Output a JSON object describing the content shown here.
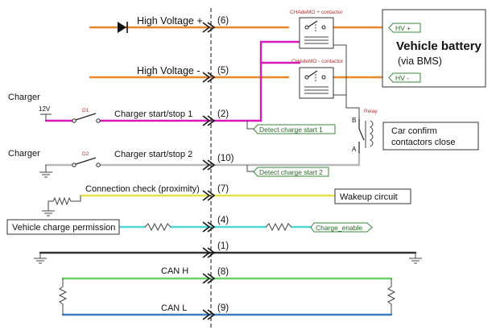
{
  "labels": {
    "hv_plus": "High Voltage +",
    "hv_minus": "High Voltage -",
    "charger_top": "Charger",
    "charger_12v": "12V",
    "d1": "D1",
    "charger_start_stop_1": "Charger start/stop 1",
    "charger_mid": "Charger",
    "d2": "D2",
    "charger_start_stop_2": "Charger start/stop 2",
    "connection_check": "Connection check (proximity)",
    "vehicle_charge_permission": "Vehicle charge permission",
    "can_h": "CAN H",
    "can_l": "CAN L",
    "contactor_plus": "CHAdeMO + contactor",
    "contactor_minus": "CHAdeMO - contactor",
    "vehicle_battery": "Vehicle battery",
    "via_bms": "(via BMS)",
    "hv_plus_tag": "HV +",
    "hv_minus_tag": "HV -",
    "relay": "Relay",
    "relay_b": "B",
    "relay_a": "A",
    "car_confirm_line1": "Car confirm",
    "car_confirm_line2": "contactors close",
    "detect_charge_start_1": "Detect charge start 1",
    "detect_charge_start_2": "Detect charge start 2",
    "wakeup_circuit": "Wakeup circuit",
    "charge_enable": "Charge_enable"
  },
  "pins": [
    "(6)",
    "(5)",
    "(2)",
    "(10)",
    "(7)",
    "(4)",
    "(1)",
    "(8)",
    "(9)"
  ],
  "colors": {
    "high_voltage": "#e8862a",
    "start_stop_1": "#d81bb8",
    "start_stop_2": "#b8b8b8",
    "proximity": "#e8e24a",
    "charge_permission": "#4fd8d8",
    "ground": "#333333",
    "can_h": "#6cd06c",
    "can_l": "#3a7ec8",
    "tag_green": "#3a8a3a",
    "component_red": "#b03030"
  }
}
